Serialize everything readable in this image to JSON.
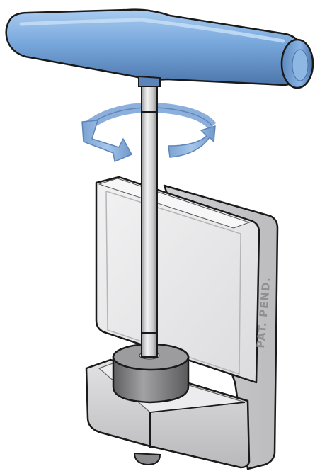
{
  "illustration": {
    "stamp_text": "PAT. PEND.",
    "colors": {
      "handle": "#6f9fd6",
      "handle_highlight": "#9cc3ec",
      "handle_shadow": "#4f79ae",
      "rotation_arrow": "#86acd9",
      "body": "#d4d4d6",
      "plate_face": "#eaeaeb",
      "outline": "#1a1a1a",
      "knob": "#7a7a7c"
    },
    "icons": [
      "t-handle",
      "rotation-arrow-icon",
      "threaded-rod",
      "clamp-body",
      "swivel-pad"
    ]
  }
}
